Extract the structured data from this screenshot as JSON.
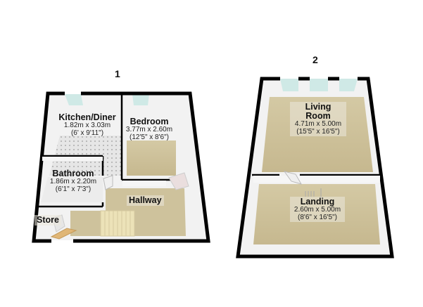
{
  "floors": [
    {
      "number": "1",
      "rooms": [
        {
          "name": "Kitchen/Diner",
          "metric": "1.82m x 3.03m",
          "imperial": "(6' x 9'11\")"
        },
        {
          "name": "Bedroom",
          "metric": "3.77m x 2.60m",
          "imperial": "(12'5\" x 8'6\")"
        },
        {
          "name": "Bathroom",
          "metric": "1.86m x 2.20m",
          "imperial": "(6'1\" x 7'3\")"
        },
        {
          "name": "Hallway"
        },
        {
          "name": "Store"
        }
      ]
    },
    {
      "number": "2",
      "rooms": [
        {
          "name": "Living Room",
          "name_line1": "Living",
          "name_line2": "Room",
          "metric": "4.71m x 5.00m",
          "imperial": "(15'5\" x 16'5\")"
        },
        {
          "name": "Landing",
          "metric": "2.60m x 5.00m",
          "imperial": "(8'6\" x 16'5\")"
        }
      ]
    }
  ],
  "colors": {
    "wall": "#000000",
    "carpet": "#cbbf98",
    "tile": "#e8e8e8",
    "window": "#cfe9e6",
    "inner_wall": "#f4f4f4"
  }
}
